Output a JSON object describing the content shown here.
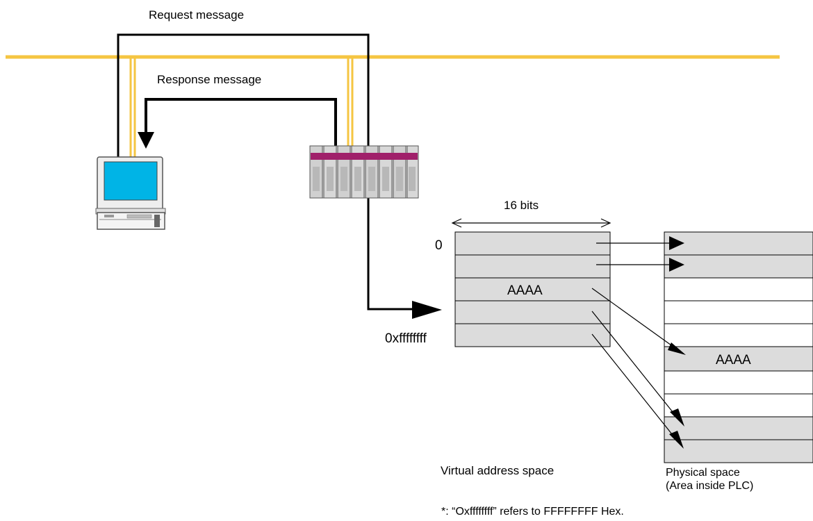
{
  "labels": {
    "request": "Request message",
    "response": "Response message",
    "width": "16 bits",
    "addr_start": "0",
    "addr_end": "0xffffffff",
    "virtual_value": "AAAA",
    "physical_value": "AAAA",
    "virtual_caption": "Virtual address space",
    "physical_caption_1": "Physical space",
    "physical_caption_2": "(Area inside PLC)",
    "footnote": "*: “Oxffffffff” refers to FFFFFFFF Hex."
  },
  "colors": {
    "network_line": "#f5c542",
    "memory_fill": "#dcdcdc",
    "screen": "#00b4e6",
    "plc_accent": "#a0206a"
  },
  "icons": {
    "computer": "computer-icon",
    "plc": "plc-icon"
  }
}
